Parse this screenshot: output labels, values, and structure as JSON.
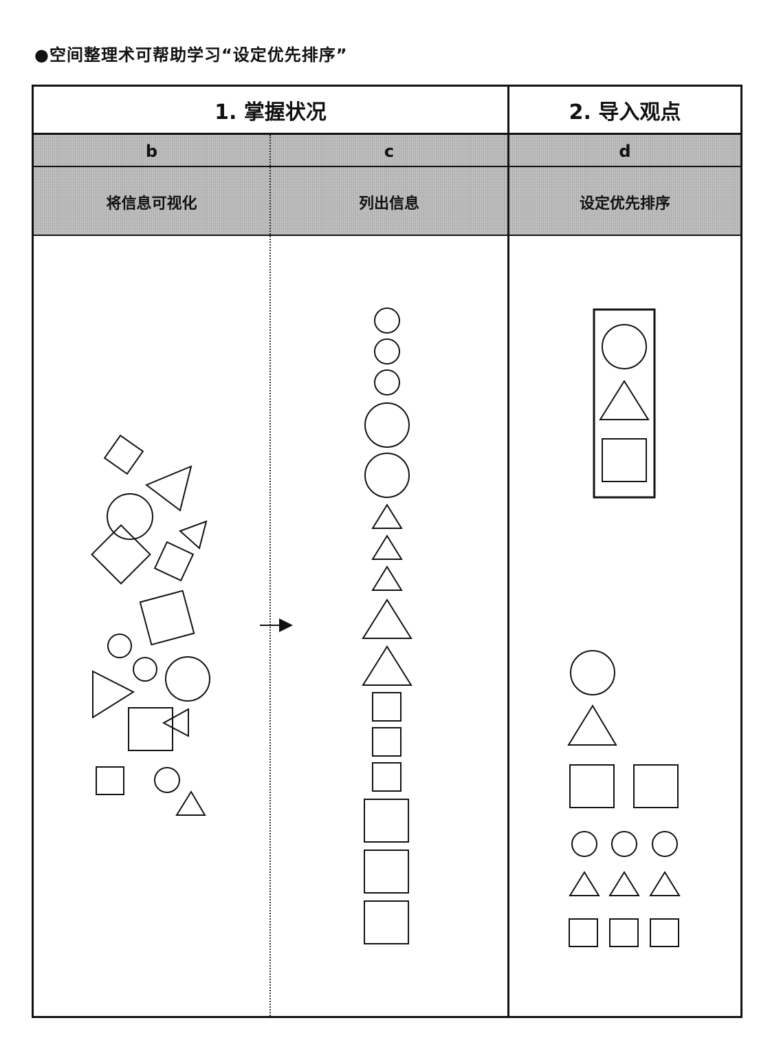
{
  "page": {
    "title": "●空间整理术可帮助学习“设定优先排序”"
  },
  "sections": [
    {
      "label": "1. 掌握状况"
    },
    {
      "label": "2. 导入观点"
    }
  ],
  "columns": [
    {
      "letter": "b",
      "label": "将信息可视化"
    },
    {
      "letter": "c",
      "label": "列出信息"
    },
    {
      "letter": "d",
      "label": "设定优先排序"
    }
  ],
  "colors": {
    "line": "#111111",
    "header_shade": "#bdbdbd",
    "background": "#ffffff"
  }
}
